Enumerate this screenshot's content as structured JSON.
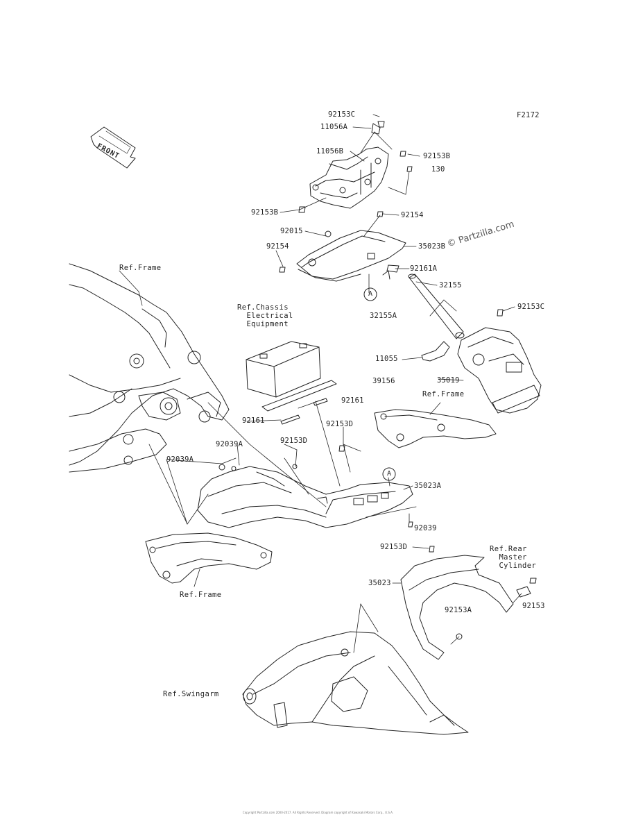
{
  "diagram_code": "F2172",
  "watermark": "© Partzilla.com",
  "front_label": "FRONT",
  "circle_marks": {
    "a": "A",
    "b": "A"
  },
  "parts": {
    "p92153C_top": "92153C",
    "p11056A": "11056A",
    "p11056B": "11056B",
    "p92153B_right": "92153B",
    "p130": "130",
    "p92153B_left": "92153B",
    "p92154_right": "92154",
    "p92015": "92015",
    "p35023B": "35023B",
    "p92154_left": "92154",
    "p92161A": "92161A",
    "p32155": "32155",
    "p92153C_right": "92153C",
    "p32155A": "32155A",
    "p11055": "11055",
    "p39156": "39156",
    "p35019": "35019",
    "p92161_a": "92161",
    "p92161_b": "92161",
    "p92153D_mid": "92153D",
    "p92153D_left": "92153D",
    "p92039A_a": "92039A",
    "p92039A_b": "92039A",
    "p35023A": "35023A",
    "p92039": "92039",
    "p92153D_low": "92153D",
    "p35023": "35023",
    "p92153A": "92153A",
    "p92153": "92153"
  },
  "refs": {
    "frame_top": "Ref.Frame",
    "chassis": "Ref.Chassis\n  Electrical\n  Equipment",
    "frame_right": "Ref.Frame",
    "frame_bottom": "Ref.Frame",
    "rear_master": "Ref.Rear\n  Master\n  Cylinder",
    "swingarm": "Ref.Swingarm"
  },
  "copyright": "Copyright Partzilla.com 2000-2017. All Rights Reserved. Diagram copyright of Kawasaki Motors Corp., U.S.A."
}
